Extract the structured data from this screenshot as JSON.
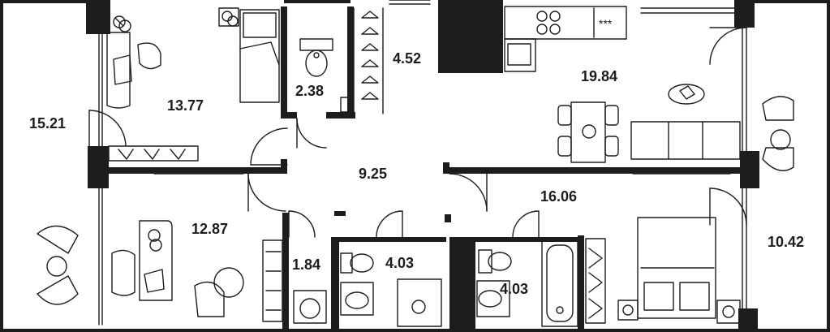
{
  "rooms": [
    {
      "id": "balcony-left",
      "area": "15.21"
    },
    {
      "id": "bedroom-top-left",
      "area": "13.77"
    },
    {
      "id": "toilet-small",
      "area": "2.38"
    },
    {
      "id": "wardrobe",
      "area": "4.52"
    },
    {
      "id": "kitchen-living",
      "area": "19.84"
    },
    {
      "id": "hallway",
      "area": "9.25"
    },
    {
      "id": "bedroom-bottom-right",
      "area": "16.06"
    },
    {
      "id": "bedroom-bottom-left",
      "area": "12.87"
    },
    {
      "id": "laundry",
      "area": "1.84"
    },
    {
      "id": "bathroom-center",
      "area": "4.03"
    },
    {
      "id": "bathroom-right",
      "area": "4.03"
    },
    {
      "id": "balcony-right",
      "area": "10.42"
    }
  ],
  "colors": {
    "wall": "#1d1d1b",
    "fill": "#ffffff"
  }
}
